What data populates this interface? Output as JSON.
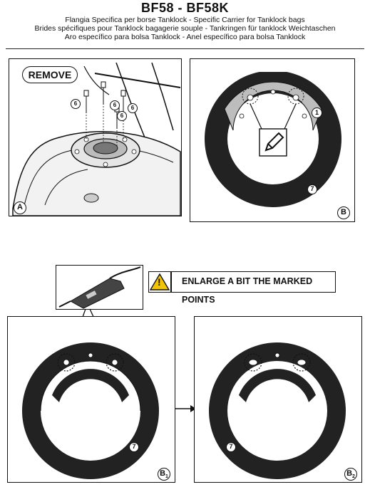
{
  "header": {
    "title": "BF58 - BF58K",
    "lines": [
      "Flangia Specifica per borse Tanklock - Specific Carrier for Tanklock bags",
      "Brides spécifiques pour Tanklock bagagerie souple - Tankringen für tanklock Weichtaschen",
      "Aro específico para bolsa Tanklock - Anel específico para bolsa Tanklock"
    ]
  },
  "panel_a": {
    "label": "A",
    "action": "REMOVE",
    "part_number": "6"
  },
  "panel_b": {
    "label": "B",
    "part_number_1": "1",
    "part_number_7": "7",
    "icon": "pencil-icon"
  },
  "instruction": {
    "text": "ENLARGE A BIT THE MARKED POINTS",
    "icon": "warning-icon",
    "symbol": "!"
  },
  "panel_b1": {
    "label": "B",
    "label_sub": "1",
    "part_number_7": "7"
  },
  "panel_b2": {
    "label": "B",
    "label_sub": "2",
    "part_number_7": "7"
  }
}
